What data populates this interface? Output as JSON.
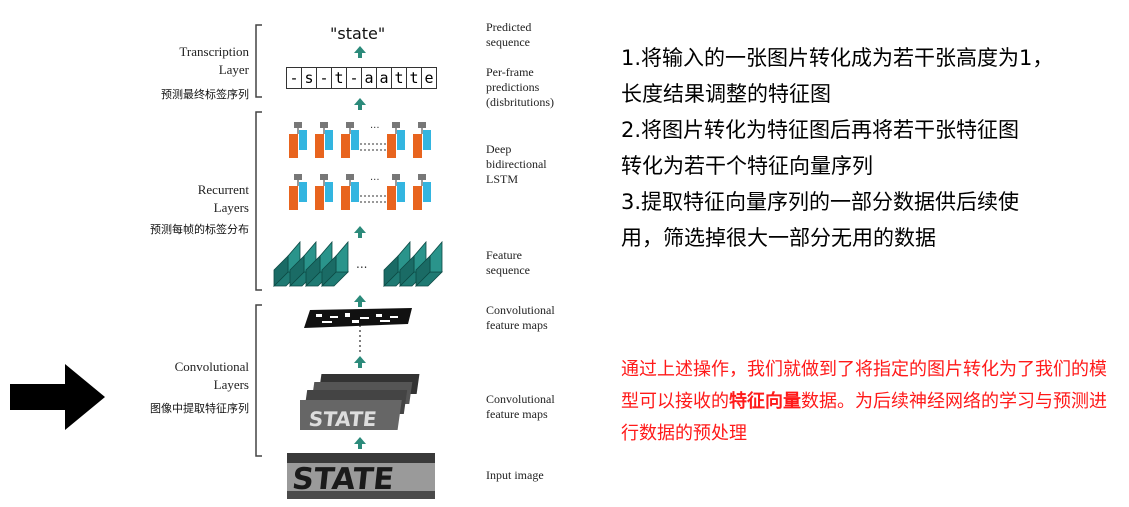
{
  "diagram": {
    "output_text": "\"state\"",
    "frame_predictions": [
      "-",
      "s",
      "-",
      "t",
      "-",
      "a",
      "a",
      "t",
      "t",
      "e"
    ],
    "layers": {
      "transcription": {
        "title_line1": "Transcription",
        "title_line2": "Layer",
        "cn": "预测最终标签序列"
      },
      "recurrent": {
        "title_line1": "Recurrent",
        "title_line2": "Layers",
        "cn": "预测每帧的标签分布"
      },
      "convolutional": {
        "title_line1": "Convolutional",
        "title_line2": "Layers",
        "cn": "图像中提取特征序列"
      }
    },
    "right_labels": {
      "predicted": [
        "Predicted",
        "sequence"
      ],
      "per_frame": [
        "Per-frame",
        "predictions",
        "(disbritutions)"
      ],
      "lstm": [
        "Deep",
        "bidirectional",
        "LSTM"
      ],
      "feature_seq": [
        "Feature",
        "sequence"
      ],
      "conv_maps_1": [
        "Convolutional",
        "feature maps"
      ],
      "conv_maps_2": [
        "Convolutional",
        "feature maps"
      ],
      "input": [
        "Input image"
      ]
    },
    "input_image_text": "STATE",
    "ellipsis": "...",
    "colors": {
      "arrow": "#2b8a7a",
      "lstm_orange": "#e8641e",
      "lstm_blue": "#33b5e0",
      "feature_teal": "#1f7a73"
    }
  },
  "explanation": {
    "lines": [
      "1.将输入的一张图片转化成为若干张高度为1，",
      "长度结果调整的特征图",
      "2.将图片转化为特征图后再将若干张特征图",
      "转化为若干个特征向量序列",
      "3.提取特征向量序列的一部分数据供后续使",
      "用，筛选掉很大一部分无用的数据"
    ]
  },
  "note": {
    "part1": "通过上述操作，我们就做到了将指定的图片转化为了我们的模型可以接收的",
    "bold": "特征向量",
    "part2": "数据。为后续神经网络的学习与预测进行数据的预处理"
  },
  "pointer_arrow": {
    "color": "#000000",
    "icon": "right-arrow-icon"
  }
}
